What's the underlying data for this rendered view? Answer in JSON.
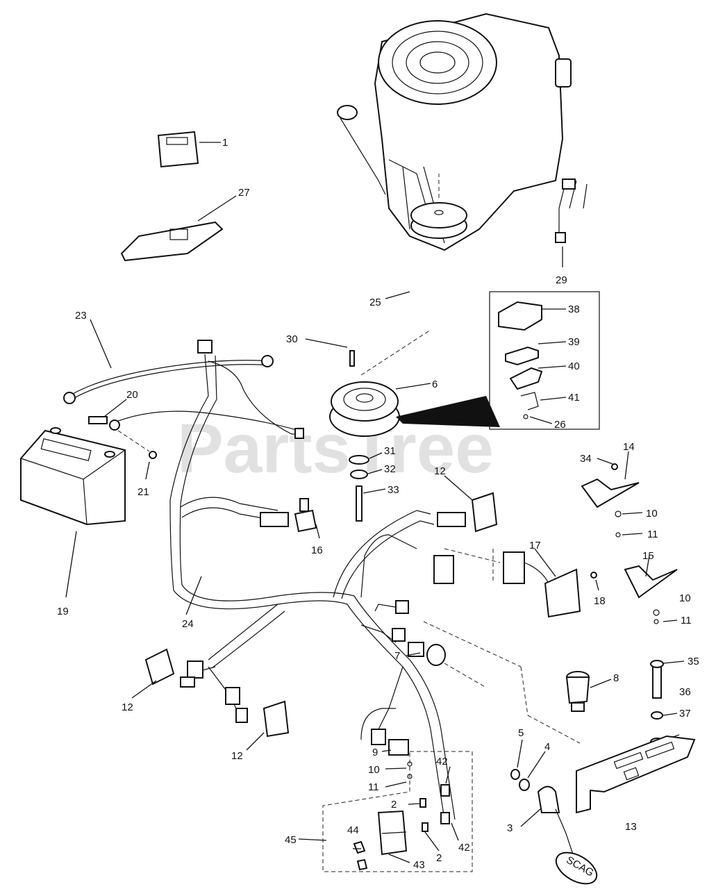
{
  "watermark": "PartsTree",
  "labels": {
    "l1": "1",
    "l27": "27",
    "l29": "29",
    "l25": "25",
    "l38": "38",
    "l39": "39",
    "l40": "40",
    "l41": "41",
    "l26": "26",
    "l23": "23",
    "l30": "30",
    "l6": "6",
    "l20": "20",
    "l21": "21",
    "l19": "19",
    "l31": "31",
    "l32": "32",
    "l33": "33",
    "l12a": "12",
    "l16": "16",
    "l14": "14",
    "l34": "34",
    "l10a": "10",
    "l11a": "11",
    "l17": "17",
    "l18": "18",
    "l15": "15",
    "l10b": "10",
    "l11b": "11",
    "l24": "24",
    "l7": "7",
    "l8": "8",
    "l35": "35",
    "l36": "36",
    "l37": "37",
    "l12b": "12",
    "l12c": "12",
    "l5": "5",
    "l4": "4",
    "l9": "9",
    "l10c": "10",
    "l11c": "11",
    "l42a": "42",
    "l2a": "2",
    "l3": "3",
    "l13": "13",
    "l45": "45",
    "l44": "44",
    "l2b": "2",
    "l42b": "42",
    "l43": "43"
  },
  "tag_text": "SCAG"
}
